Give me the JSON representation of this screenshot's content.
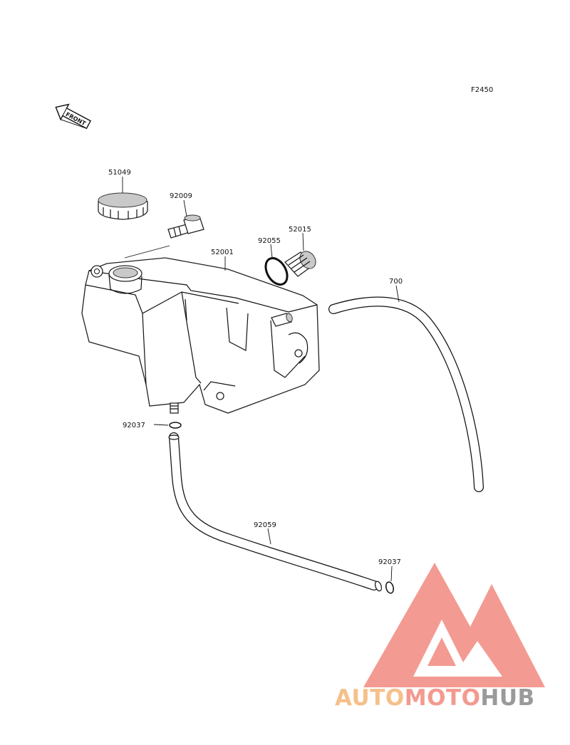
{
  "diagram": {
    "code": "F2450",
    "front_label": "FRONT",
    "parts": [
      {
        "number": "51049"
      },
      {
        "number": "92009"
      },
      {
        "number": "52001"
      },
      {
        "number": "92055"
      },
      {
        "number": "52015"
      },
      {
        "number": "700"
      },
      {
        "number": "92037"
      },
      {
        "number": "92059"
      },
      {
        "number": "92037"
      }
    ]
  },
  "watermark": {
    "part1": "AUTO",
    "part2": "MOTO",
    "part3": "HUB",
    "colors": {
      "auto": "#f6c08a",
      "moto": "#f39a8f",
      "hub": "#9a9a9a",
      "logo": "#f28a80"
    }
  }
}
